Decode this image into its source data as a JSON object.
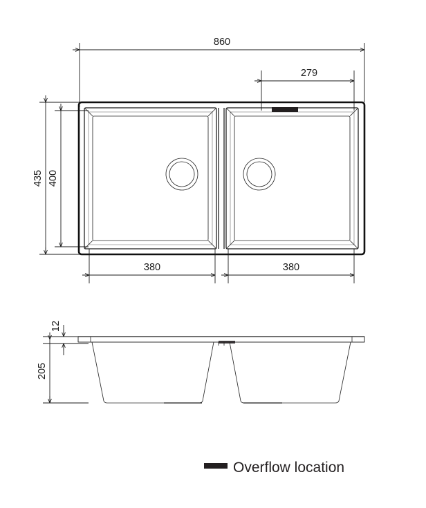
{
  "drawing": {
    "type": "technical-drawing",
    "subject": "double-bowl-kitchen-sink",
    "units": "mm",
    "views": [
      {
        "name": "plan-view",
        "label": ""
      },
      {
        "name": "section-view",
        "label": ""
      }
    ],
    "dimensions": {
      "overall_width": "860",
      "overflow_offset": "279",
      "overall_depth": "435",
      "bowl_depth_plan": "400",
      "left_bowl_width": "380",
      "right_bowl_width": "380",
      "rim_thickness": "12",
      "bowl_height": "205"
    },
    "legend": {
      "swatch_name": "overflow-marker-swatch",
      "label": "Overflow location",
      "swatch_color": "#231f20"
    },
    "colors": {
      "outline": "#111111",
      "dimension": "#1a1a1a",
      "bevel_fill": "#eeeeee",
      "overflow": "#231f20",
      "background": "#ffffff"
    }
  }
}
